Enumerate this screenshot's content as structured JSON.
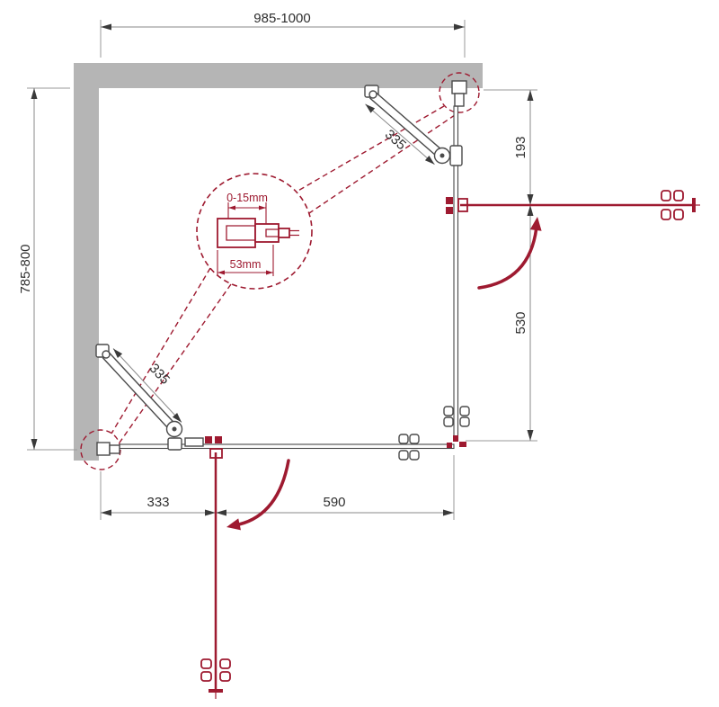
{
  "drawing": {
    "type": "shower-enclosure-technical-plan",
    "dims": {
      "top_width": "985-1000",
      "left_depth": "785-800",
      "right_fixed": "193",
      "right_door": "530",
      "bottom_fixed": "333",
      "bottom_door": "590",
      "stabilizer_top": "335",
      "stabilizer_bottom": "335",
      "detail_gap": "0-15mm",
      "detail_profile_width": "53mm"
    },
    "colors": {
      "accent_red": "#9e1a30",
      "wall_gray": "#b5b5b5",
      "hardware_gray": "#4a4a4a",
      "dim_line_gray": "#8a8a8a",
      "text_dark": "#2f2f2f"
    }
  }
}
